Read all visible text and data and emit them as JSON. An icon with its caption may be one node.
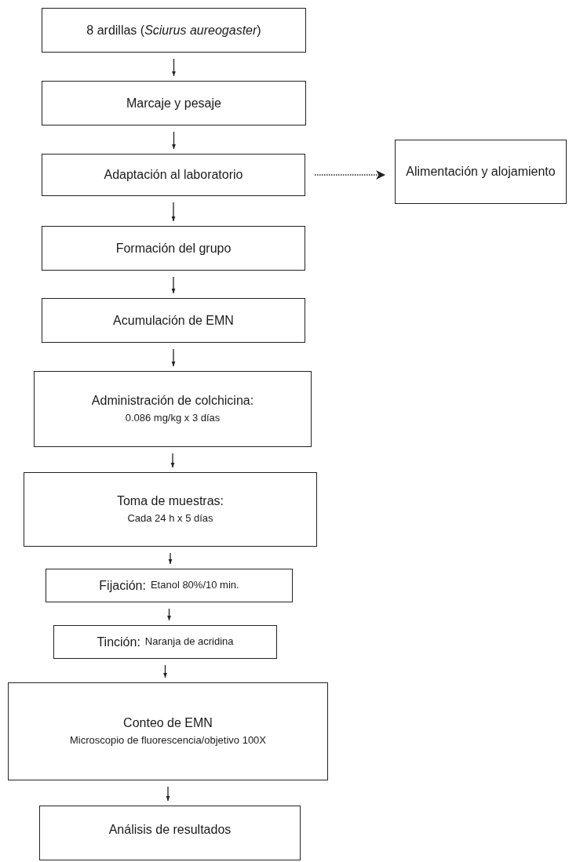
{
  "diagram": {
    "nodes": [
      {
        "text": [
          "8 ardillas (*Sciurus aureogaster*)"
        ]
      },
      {
        "text": [
          "Marcaje y pesaje"
        ]
      },
      {
        "text": [
          "Adaptación al laboratorio"
        ]
      },
      {
        "text": [
          "Alimentación y alojamiento"
        ]
      },
      {
        "text": [
          "Formación del grupo"
        ]
      },
      {
        "text": [
          "Acumulación de EMN"
        ]
      },
      {
        "text": [
          "Administración de colchicina:",
          "0.086 mg/kg x 3 días"
        ]
      },
      {
        "text": [
          "Toma de muestras:",
          "Cada 24 h x 5 días"
        ]
      },
      {
        "text": [
          "Fijación:",
          "Etanol 80%/10 min."
        ]
      },
      {
        "text": [
          "Tinción:",
          "Naranja de acridina"
        ]
      },
      {
        "text": [
          "Conteo de EMN",
          "Microscopio de fluorescencia/objetivo 100X"
        ]
      },
      {
        "text": [
          "Análisis de resultados"
        ]
      }
    ],
    "edges": [
      {
        "from": 0,
        "to": 1,
        "arrow": "to"
      },
      {
        "from": 1,
        "to": 2,
        "arrow": "to"
      },
      {
        "from": 2,
        "to": 3,
        "arrow": "to",
        "style": "dashed"
      },
      {
        "from": 2,
        "to": 4,
        "arrow": "to"
      },
      {
        "from": 4,
        "to": 5,
        "arrow": "to"
      },
      {
        "from": 5,
        "to": 6,
        "arrow": "to"
      },
      {
        "from": 6,
        "to": 7,
        "arrow": "to"
      },
      {
        "from": 7,
        "to": 8,
        "arrow": "to"
      },
      {
        "from": 8,
        "to": 9,
        "arrow": "to"
      },
      {
        "from": 9,
        "to": 10,
        "arrow": "to"
      },
      {
        "from": 10,
        "to": 11,
        "arrow": "to"
      }
    ]
  }
}
